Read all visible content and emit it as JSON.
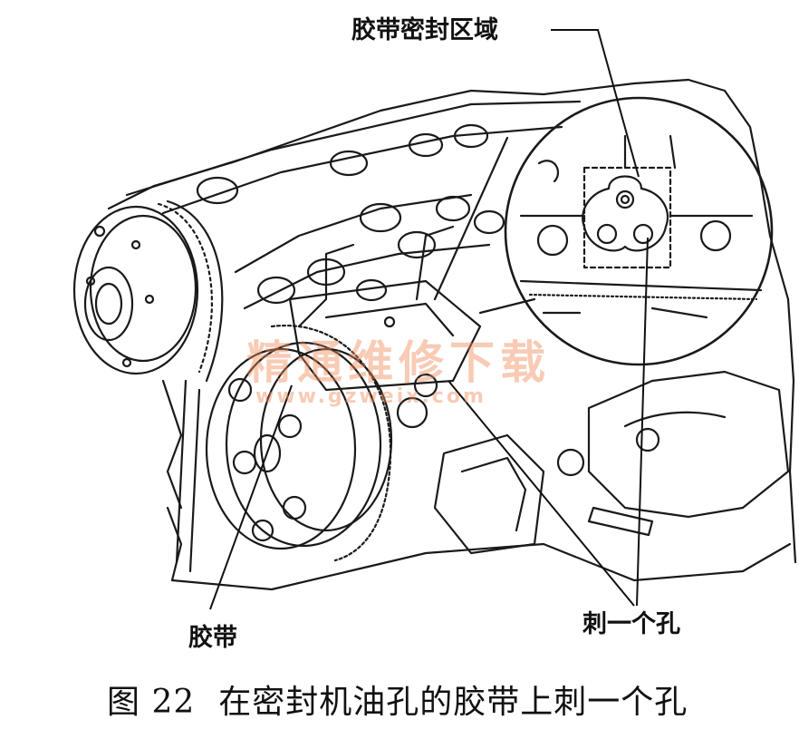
{
  "labels": {
    "seal_area": "胶带密封区域",
    "belt": "胶带",
    "pierce_hole": "刺一个孔"
  },
  "caption": {
    "number": "图 22",
    "text": "在密封机油孔的胶带上刺一个孔"
  },
  "watermark": {
    "brand": "精通维修下载",
    "url": "www.gzweix.com"
  },
  "colors": {
    "ink": "#111111",
    "watermark": "#f08c5a"
  }
}
